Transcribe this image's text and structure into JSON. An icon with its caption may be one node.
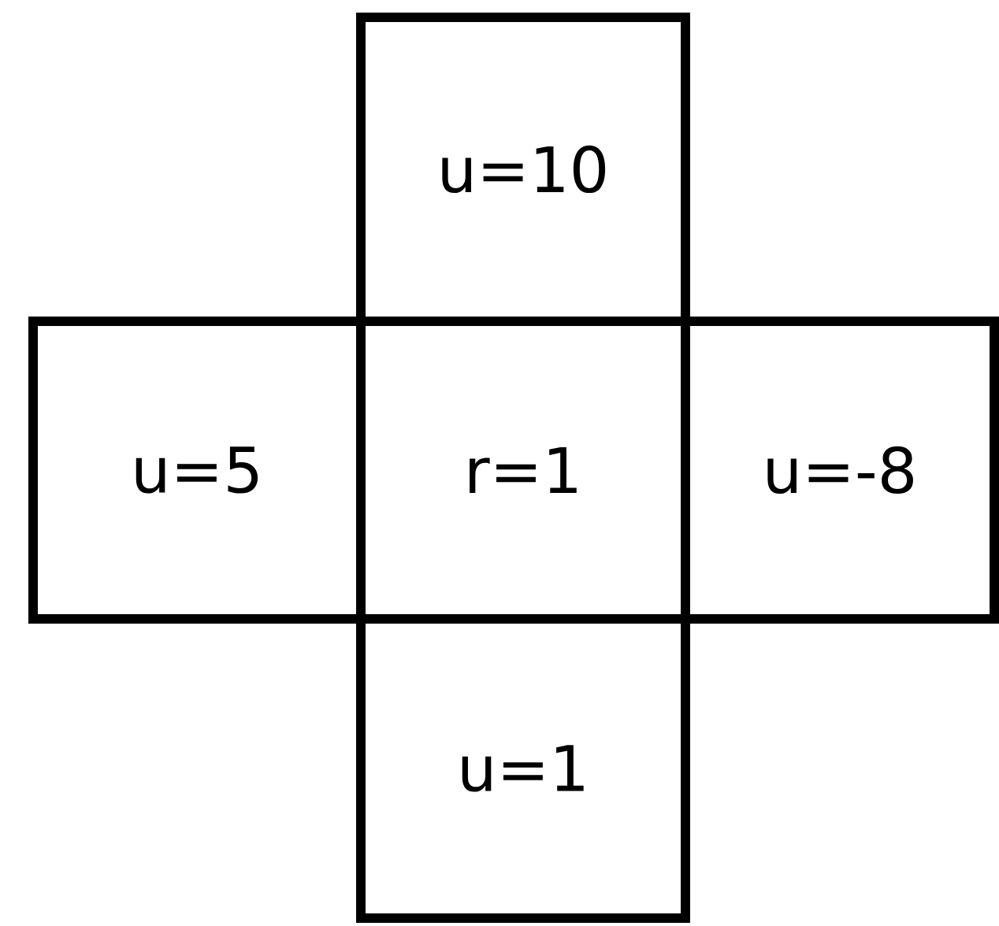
{
  "diagram": {
    "nodes": [
      {
        "text": [
          "u=10"
        ]
      },
      {
        "text": [
          "u=5"
        ]
      },
      {
        "text": [
          "r=1"
        ]
      },
      {
        "text": [
          "u=-8"
        ]
      },
      {
        "text": [
          "u=1"
        ]
      }
    ]
  }
}
